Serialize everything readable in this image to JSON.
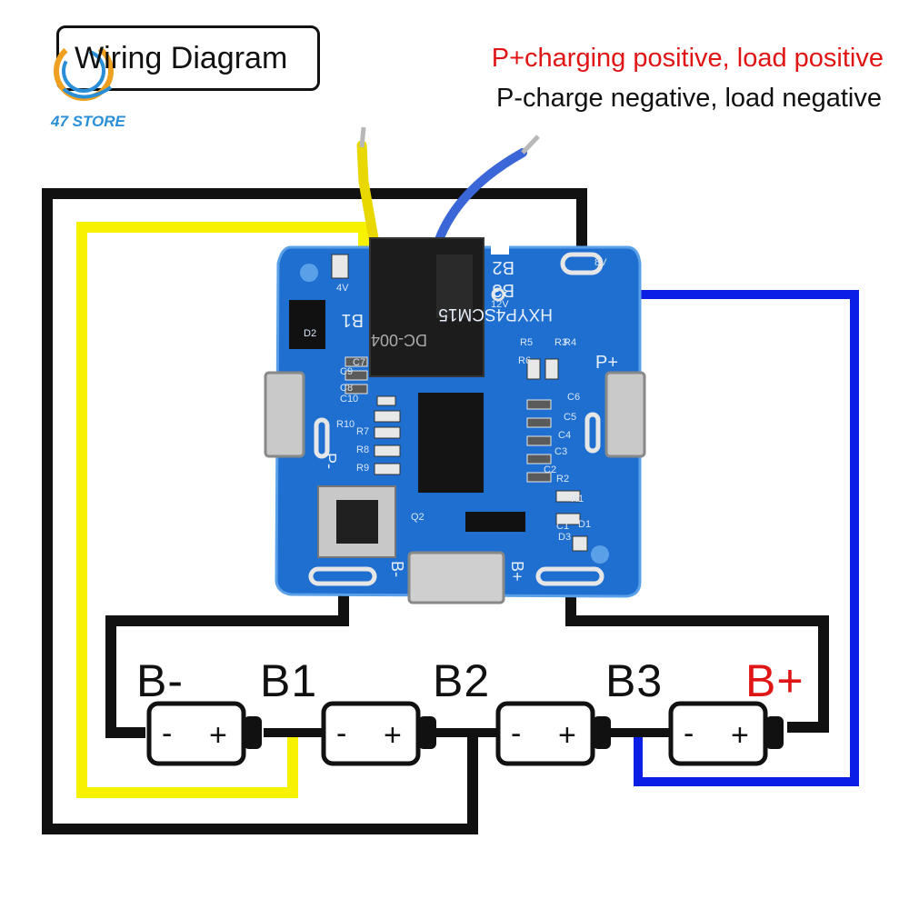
{
  "header": {
    "title": "Wiring Diagram",
    "store": "47 STORE"
  },
  "legend": {
    "p_plus": "P+charging positive, load positive",
    "p_minus": "P-charge negative, load negative"
  },
  "cells": {
    "labels": [
      "B-",
      "B1",
      "B2",
      "B3",
      "B+"
    ],
    "minus_sign": "-",
    "plus_sign": "+"
  },
  "board": {
    "model": "HXYP4SCM15",
    "connector": "DC-004",
    "pads": [
      "B2",
      "B3",
      "B1",
      "P+",
      "P-",
      "B-",
      "B+"
    ],
    "parts": [
      "R1",
      "R2",
      "R3",
      "R4",
      "R5",
      "R6",
      "R7",
      "R8",
      "R9",
      "R10",
      "C1",
      "C2",
      "C3",
      "C4",
      "C5",
      "C6",
      "C7",
      "C8",
      "C9",
      "C10",
      "D1",
      "D2",
      "D3",
      "Q2",
      "12V",
      "8V",
      "4V"
    ]
  },
  "colors": {
    "wire_black": "#111111",
    "wire_yellow": "#f7f200",
    "wire_blue": "#0a1ee6",
    "pcb_blue": "#1e6fd0",
    "text_red": "#e01515",
    "store_blue": "#2a8fd6"
  }
}
